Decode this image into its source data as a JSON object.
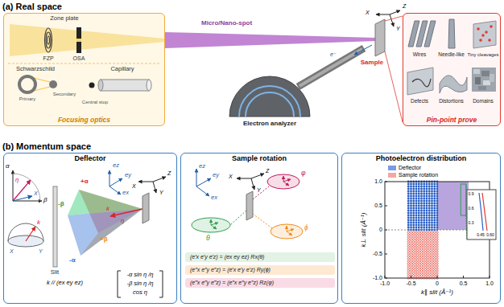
{
  "diagram": {
    "nodes": [
      {
        "text": [
          "Focusing optics"
        ]
      },
      {
        "text": [
          "Pin-point prove"
        ]
      },
      {
        "text": [
          "Wires"
        ],
        "in": 1
      },
      {
        "text": [
          "Needle-like"
        ],
        "in": 1
      },
      {
        "text": [
          "Tiny cleavages"
        ],
        "in": 1
      },
      {
        "text": [
          "Defects"
        ],
        "in": 1
      },
      {
        "text": [
          "Distortions"
        ],
        "in": 1
      },
      {
        "text": [
          "Domains"
        ],
        "in": 1
      },
      {
        "text": [
          "Deflector"
        ]
      },
      {
        "text": [
          "Sample rotation"
        ]
      },
      {
        "text": [
          "Photoelectron distribution"
        ]
      }
    ],
    "labels": [
      "(a) Real space",
      "Zone plate",
      "FZP",
      "OSA",
      "Schwarzschild",
      "Capillary",
      "Primary",
      "Secondary",
      "Central stop",
      "Micro/Nano-spot",
      "Electron analyzer",
      "e⁻",
      "Sample",
      "X",
      "Z",
      "Y",
      "(b) Momentum space",
      "α",
      "η",
      "β",
      "X",
      "X",
      "Y",
      "k",
      "+α",
      "-β",
      "+β",
      "-α",
      "k",
      "η",
      "Slit",
      "ez",
      "ey",
      "ex",
      "X",
      "Z",
      "Y",
      "k // (ex ey ez)",
      "-α sin η /η",
      "-β sin η /η",
      "cos η",
      "ez",
      "ey",
      "ex",
      "X",
      "Z",
      "Y",
      "θ",
      "φ",
      "ϕ",
      "(e′x e′y e′z) = (ex ey ez) Rx(θ)",
      "(e″x e″y e″z) = (e′x e′y e′z) Ry(ϕ)",
      "(e‴x e‴y e‴z) = (e″x e″y e″z) Rz(φ)",
      "1.0",
      "0.5",
      "0",
      "-0.5",
      "-1.0",
      "-1.0",
      "-0.5",
      "0",
      "0.5",
      "1.0",
      "k∥ slit (Å⁻¹)",
      "k⊥ slit (Å⁻¹)",
      "0.9",
      "0.6",
      "0.3",
      "0.45",
      "0.60"
    ],
    "legend": [
      {
        "text": "Deflector",
        "color": "#7b9be0"
      },
      {
        "text": "Sample rotation",
        "color": "#f4a6a6"
      }
    ]
  }
}
